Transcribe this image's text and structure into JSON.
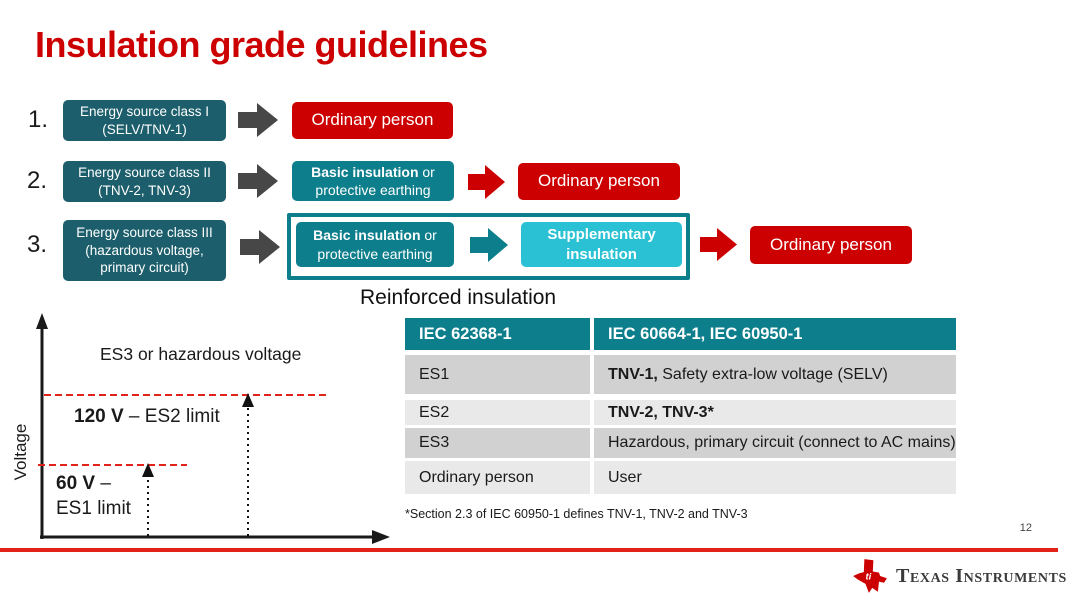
{
  "slide": {
    "title": "Insulation grade guidelines",
    "page_number": "12",
    "reinforced_label": "Reinforced insulation",
    "footnote": "*Section 2.3 of IEC 60950-1 defines TNV-1, TNV-2 and TNV-3"
  },
  "colors": {
    "title_red": "#cc0000",
    "box_red": "#cc0000",
    "dark_teal": "#1c5e6b",
    "teal": "#0d7e8c",
    "cyan": "#29c1d3",
    "arrow_gray": "#474747",
    "dashed_line_red": "#e0231a",
    "table_row_dark": "#d1d1d1",
    "table_row_light": "#e9e9e9",
    "footer_line_red": "#e2231a"
  },
  "flows": [
    {
      "number": "1.",
      "source_lines": [
        "Energy source class I",
        "(SELV/TNV-1)"
      ],
      "result": "Ordinary person"
    },
    {
      "number": "2.",
      "source_lines": [
        "Energy source class II",
        "(TNV-2, TNV-3)"
      ],
      "basic_bold": "Basic insulation",
      "basic_rest": " or",
      "basic_line2": "protective earthing",
      "result": "Ordinary person"
    },
    {
      "number": "3.",
      "source_lines": [
        "Energy source class III",
        "(hazardous voltage,",
        "primary circuit)"
      ],
      "basic_bold": "Basic insulation",
      "basic_rest": " or",
      "basic_line2": "protective earthing",
      "supplementary_lines": [
        "Supplementary",
        "insulation"
      ],
      "result": "Ordinary person"
    }
  ],
  "chart": {
    "type": "annotated-axis-sketch",
    "y_axis_label": "Voltage",
    "region_label": "ES3 or hazardous voltage",
    "es2_value": "120 V",
    "es2_label": " – ES2 limit",
    "es1_value": "60 V",
    "es1_dash": " –",
    "es1_label": "ES1 limit"
  },
  "table": {
    "headers": [
      "IEC 62368-1",
      "IEC 60664-1, IEC 60950-1"
    ],
    "rows": [
      {
        "col1": "ES1",
        "col2_bold": "TNV-1,",
        "col2_text": " Safety extra-low voltage (SELV)"
      },
      {
        "col1": "ES2",
        "col2_bold": "TNV-2, TNV-3*",
        "col2_text": ""
      },
      {
        "col1": "ES3",
        "col2_bold": "",
        "col2_text": "Hazardous, primary circuit (connect to AC mains)"
      },
      {
        "col1": "Ordinary person",
        "col2_bold": "",
        "col2_text": "User"
      }
    ]
  },
  "footer": {
    "brand": "Texas Instruments",
    "logo_monogram": "ti"
  }
}
